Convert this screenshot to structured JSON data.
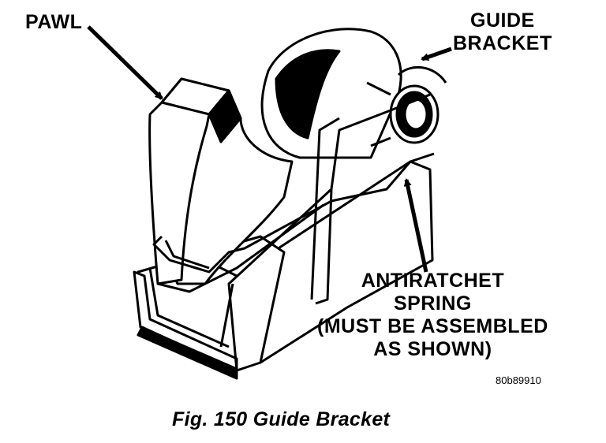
{
  "labels": {
    "pawl": "PAWL",
    "guide_bracket": [
      "GUIDE",
      "BRACKET"
    ],
    "antiratchet_spring": [
      "ANTIRATCHET",
      "SPRING",
      "(MUST BE ASSEMBLED",
      "AS SHOWN)"
    ],
    "reference_code": "80b89910"
  },
  "caption": "Fig. 150 Guide Bracket",
  "colors": {
    "ink": "#000000",
    "paper": "#ffffff"
  }
}
